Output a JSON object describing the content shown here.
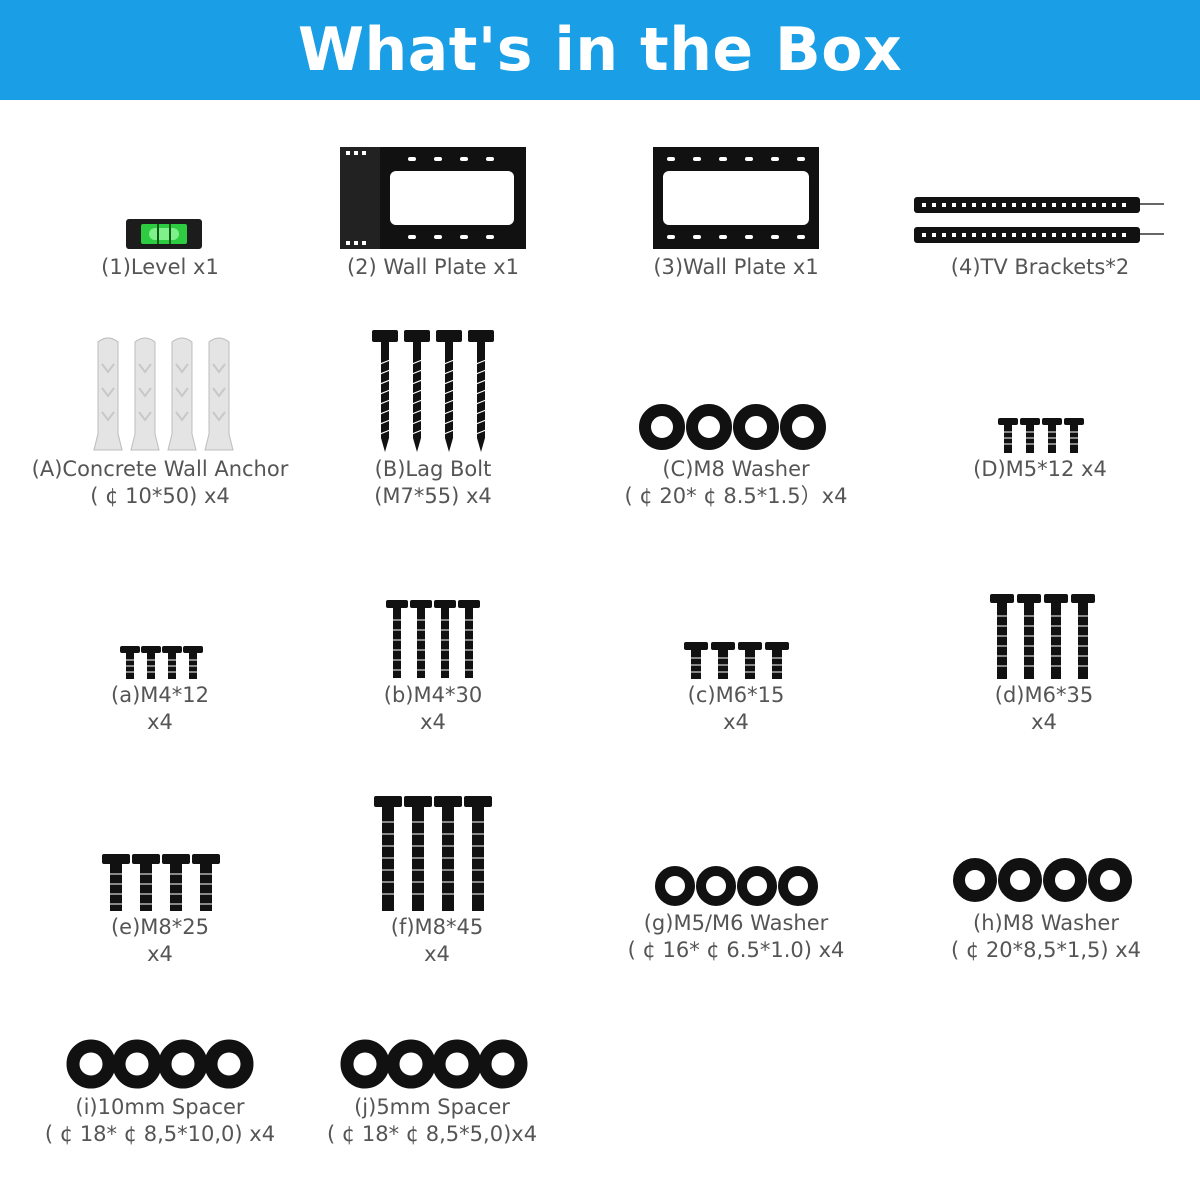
{
  "header": {
    "title": "What's in the Box"
  },
  "colors": {
    "header_bg": "#1a9ee6",
    "hardware": "#111111",
    "anchor": "#e6e6e6",
    "level_green": "#2ecc40"
  },
  "items": {
    "level": {
      "line1": "(1)Level x1",
      "icon": "level-icon"
    },
    "wall_plate_2": {
      "line1": "(2) Wall Plate  x1",
      "icon": "wall-plate-icon"
    },
    "wall_plate_3": {
      "line1": "(3)Wall Plate  x1",
      "icon": "wall-plate-icon"
    },
    "tv_brackets": {
      "line1": "(4)TV Brackets*2",
      "icon": "tv-bracket-icon"
    },
    "concrete_anchor": {
      "line1": "(A)Concrete Wall Anchor",
      "line2": "( ¢ 10*50) x4",
      "icon": "wall-anchor-icon"
    },
    "lag_bolt": {
      "line1": "(B)Lag Bolt",
      "line2": "(M7*55) x4",
      "icon": "lag-bolt-icon"
    },
    "m8_washer_c": {
      "line1": "(C)M8 Washer",
      "line2": "( ¢ 20* ¢ 8.5*1.5）x4",
      "icon": "washer-icon"
    },
    "m5x12": {
      "line1": "(D)M5*12 x4",
      "icon": "screw-icon"
    },
    "m4x12": {
      "line1": "(a)M4*12",
      "line2": "x4",
      "icon": "screw-icon"
    },
    "m4x30": {
      "line1": "(b)M4*30",
      "line2": "x4",
      "icon": "screw-icon"
    },
    "m6x15": {
      "line1": "(c)M6*15",
      "line2": "x4",
      "icon": "screw-icon"
    },
    "m6x35": {
      "line1": "(d)M6*35",
      "line2": "x4",
      "icon": "screw-icon"
    },
    "m8x25": {
      "line1": "(e)M8*25",
      "line2": "x4",
      "icon": "screw-icon"
    },
    "m8x45": {
      "line1": "(f)M8*45",
      "line2": "x4",
      "icon": "screw-icon"
    },
    "m5m6_washer": {
      "line1": "(g)M5/M6 Washer",
      "line2": "( ¢ 16* ¢ 6.5*1.0) x4",
      "icon": "washer-icon"
    },
    "m8_washer_h": {
      "line1": "(h)M8 Washer",
      "line2": "( ¢ 20*8,5*1,5) x4",
      "icon": "washer-icon"
    },
    "spacer_10mm": {
      "line1": "(i)10mm Spacer",
      "line2": "( ¢ 18* ¢ 8,5*10,0) x4",
      "icon": "spacer-icon"
    },
    "spacer_5mm": {
      "line1": "(j)5mm Spacer",
      "line2": "( ¢ 18* ¢ 8,5*5,0)x4",
      "icon": "spacer-icon"
    }
  }
}
